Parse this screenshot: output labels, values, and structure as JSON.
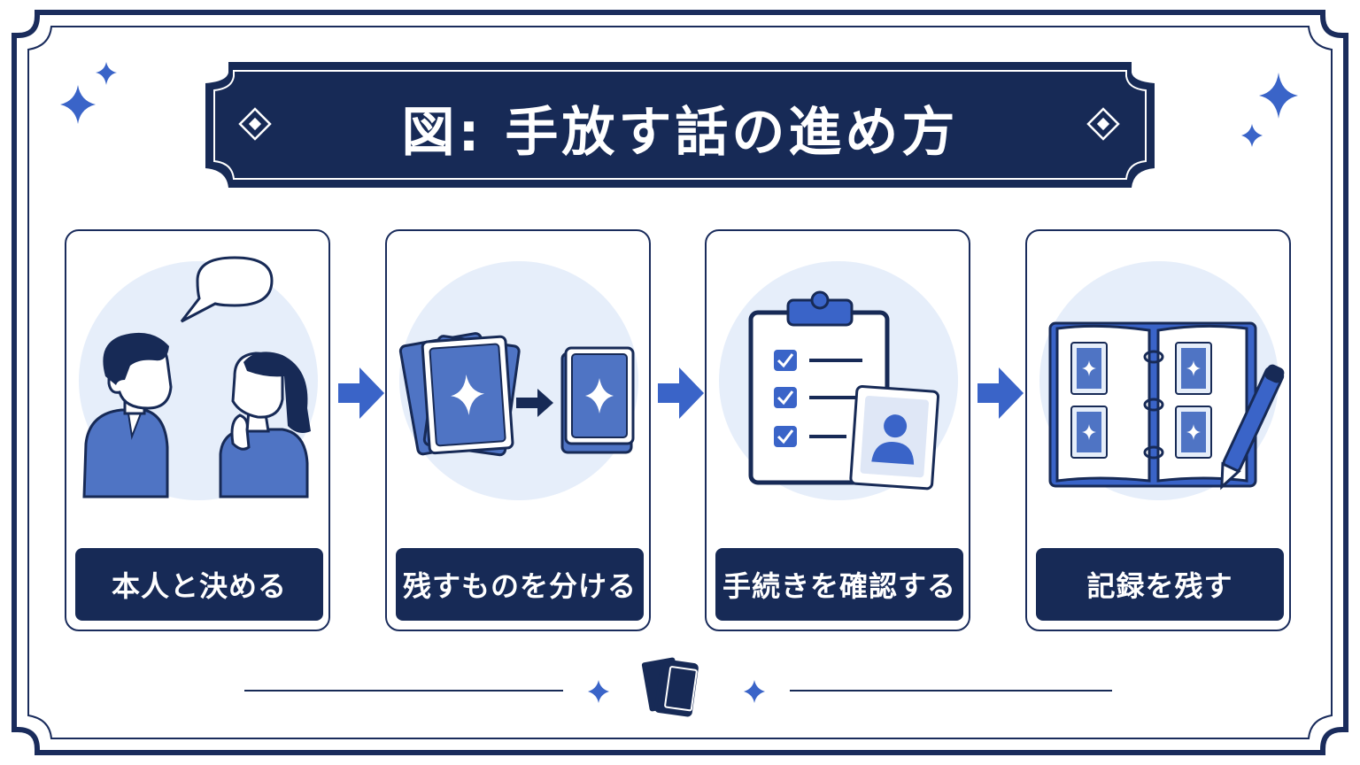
{
  "title": "図: 手放す話の進め方",
  "steps": [
    {
      "label": "本人と決める",
      "icon": "two-people-talking-icon"
    },
    {
      "label": "残すものを分ける",
      "icon": "card-sorting-icon"
    },
    {
      "label": "手続きを確認する",
      "icon": "clipboard-checklist-icon"
    },
    {
      "label": "記録を残す",
      "icon": "card-binder-pen-icon"
    }
  ],
  "colors": {
    "navy": "#172a56",
    "blue": "#3a64c8",
    "light_blue_circle": "#e6eefa",
    "mid_blue": "#4f74c4"
  }
}
